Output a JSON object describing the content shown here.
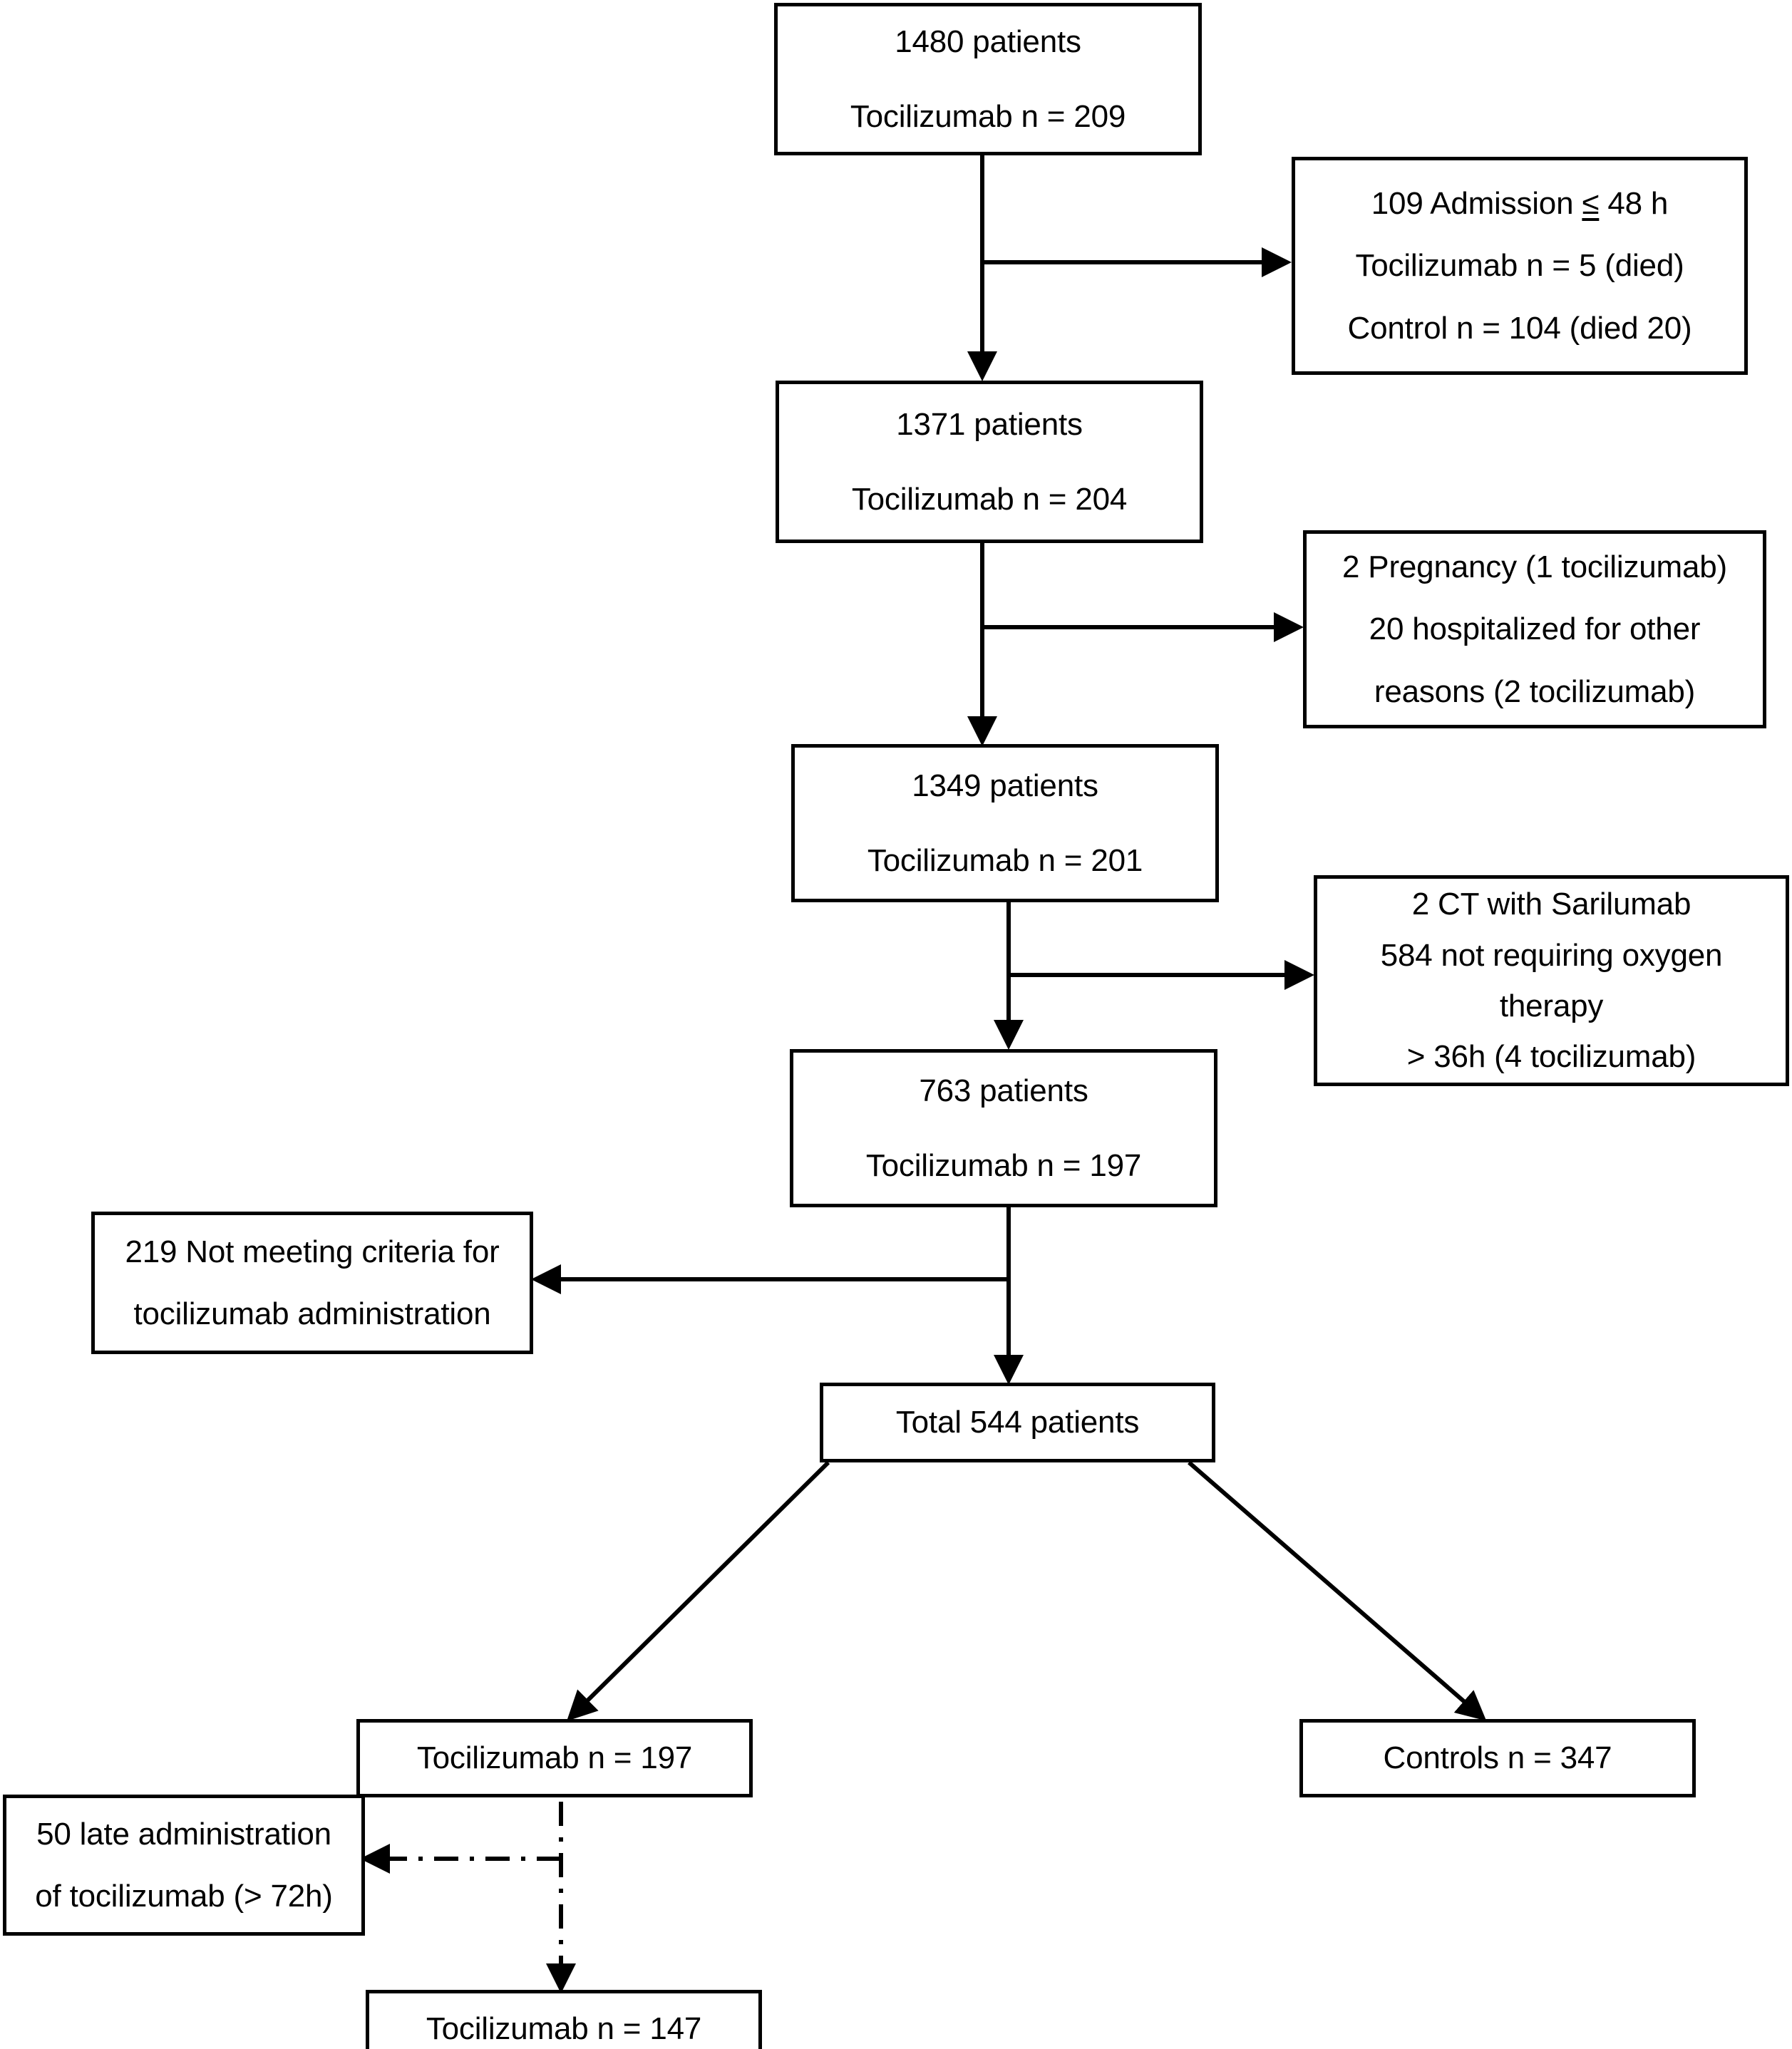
{
  "diagram": {
    "title": "Patient selection flow diagram",
    "line_color": "#000000",
    "box_border_color": "#000000",
    "background": "#ffffff"
  },
  "nodes": {
    "enrolled": {
      "line1": "1480 patients",
      "line2": "Tocilizumab n = 209"
    },
    "excluded_admission": {
      "line1_pre": "109 Admission ",
      "line1_symbol": "≤",
      "line1_post": " 48 h",
      "line1": "109 Admission ≤ 48 h",
      "line2": "Tocilizumab n = 5 (died)",
      "line3": "Control n = 104 (died 20)"
    },
    "after_admission": {
      "line1": "1371 patients",
      "line2": "Tocilizumab n = 204"
    },
    "excluded_pregnancy": {
      "line1": "2 Pregnancy (1 tocilizumab)",
      "line2": "20 hospitalized for other",
      "line3": "reasons (2 tocilizumab)"
    },
    "after_pregnancy": {
      "line1": "1349 patients",
      "line2": "Tocilizumab n = 201"
    },
    "excluded_sarilumab": {
      "line1": "2 CT with Sarilumab",
      "line2": "584 not requiring oxygen",
      "line3": "therapy",
      "line4": "> 36h (4 tocilizumab)"
    },
    "after_sarilumab": {
      "line1": "763 patients",
      "line2": "Tocilizumab n = 197"
    },
    "excluded_criteria": {
      "line1": "219 Not meeting criteria for",
      "line2": "tocilizumab administration"
    },
    "total": {
      "line1": "Total 544 patients"
    },
    "tocilizumab_arm": {
      "line1": "Tocilizumab n = 197"
    },
    "controls_arm": {
      "line1": "Controls n = 347"
    },
    "excluded_late": {
      "line1": "50 late administration",
      "line2": "of tocilizumab (> 72h)"
    },
    "tocilizumab_final": {
      "line1": "Tocilizumab n = 147"
    }
  },
  "flow_data": {
    "type": "flowchart",
    "steps": [
      {
        "id": "enrolled",
        "total": 1480,
        "tocilizumab": 209
      },
      {
        "id": "after_admission",
        "total": 1371,
        "tocilizumab": 204
      },
      {
        "id": "after_pregnancy",
        "total": 1349,
        "tocilizumab": 201
      },
      {
        "id": "after_sarilumab",
        "total": 763,
        "tocilizumab": 197
      },
      {
        "id": "total",
        "total": 544
      }
    ],
    "exclusions": [
      {
        "id": "excluded_admission",
        "count": 109,
        "tocilizumab": 5,
        "control": 104,
        "control_died": 20
      },
      {
        "id": "excluded_pregnancy",
        "pregnancy": 2,
        "pregnancy_tocilizumab": 1,
        "other": 20,
        "other_tocilizumab": 2
      },
      {
        "id": "excluded_sarilumab",
        "ct_sarilumab": 2,
        "no_oxygen": 584,
        "no_oxygen_tocilizumab": 4
      },
      {
        "id": "excluded_criteria",
        "count": 219
      },
      {
        "id": "excluded_late",
        "count": 50
      }
    ],
    "arms": [
      {
        "id": "tocilizumab_arm",
        "n": 197
      },
      {
        "id": "controls_arm",
        "n": 347
      },
      {
        "id": "tocilizumab_final",
        "n": 147
      }
    ]
  }
}
